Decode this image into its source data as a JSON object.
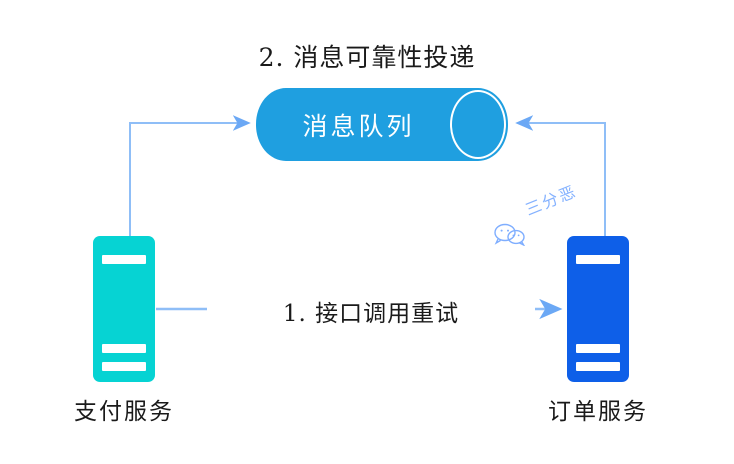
{
  "diagram": {
    "title": "2. 消息可靠性投递",
    "background": "#ffffff",
    "type": "architecture-flow"
  },
  "nodes": {
    "message_queue": {
      "label": "消息队列",
      "shape": "cylinder",
      "color": "#1F9FE0",
      "text_color": "#ffffff"
    },
    "payment_service": {
      "label": "支付服务",
      "shape": "server",
      "color": "#06D3D3",
      "bar_color": "#ffffff",
      "bar_count": 3
    },
    "order_service": {
      "label": "订单服务",
      "shape": "server",
      "color": "#0E5FE8",
      "bar_color": "#ffffff",
      "bar_count": 3
    }
  },
  "edges": [
    {
      "id": "retry-edge",
      "label": "1. 接口调用重试",
      "from": "payment_service",
      "to": "order_service",
      "color": "#8FBEF7",
      "arrow_color": "#6BA8F5",
      "direction": "right"
    },
    {
      "id": "publish-edge",
      "label": "",
      "from": "payment_service",
      "to": "message_queue",
      "color": "#8FBEF7",
      "arrow_color": "#6BA8F5",
      "direction": "up-right"
    },
    {
      "id": "consume-edge",
      "label": "",
      "from": "order_service",
      "to": "message_queue",
      "color": "#8FBEF7",
      "arrow_color": "#6BA8F5",
      "direction": "up-left"
    }
  ],
  "watermark": {
    "text": "三分恶",
    "icon": "wechat-icon",
    "color": "#7FAEFF"
  }
}
